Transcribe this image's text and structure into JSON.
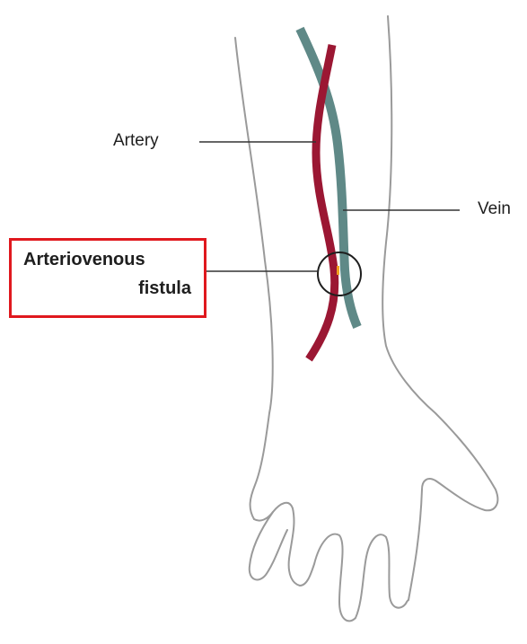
{
  "labels": {
    "artery": "Artery",
    "vein": "Vein",
    "fistula_line1": "Arteriovenous",
    "fistula_line2": "fistula"
  },
  "colors": {
    "artery": "#9b1733",
    "vein": "#5f8987",
    "outline": "#9a9a9a",
    "leader": "#333333",
    "highlight_box": "#e0181e",
    "fistula_mark": "#f0a020"
  }
}
